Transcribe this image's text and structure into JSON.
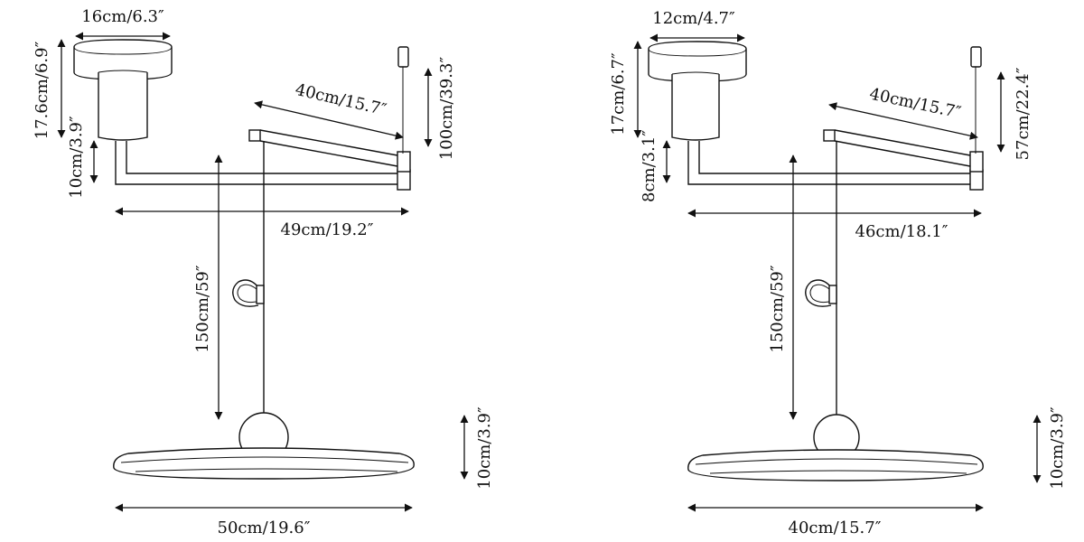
{
  "diagram": {
    "left_lamp": {
      "canopy_diameter": "16cm/6.3″",
      "canopy_height": "17.6cm/6.9″",
      "drop_to_arm": "10cm/3.9″",
      "arm_length": "40cm/15.7″",
      "cable_length": "100cm/39.3″",
      "total_width": "49cm/19.2″",
      "pendant_drop": "150cm/59″",
      "shade_height": "10cm/3.9″",
      "shade_diameter": "50cm/19.6″"
    },
    "right_lamp": {
      "canopy_diameter": "12cm/4.7″",
      "canopy_height": "17cm/6.7″",
      "drop_to_arm": "8cm/3.1″",
      "arm_length": "40cm/15.7″",
      "cable_length": "57cm/22.4″",
      "total_width": "46cm/18.1″",
      "pendant_drop": "150cm/59″",
      "shade_height": "10cm/3.9″",
      "shade_diameter": "40cm/15.7″"
    }
  }
}
